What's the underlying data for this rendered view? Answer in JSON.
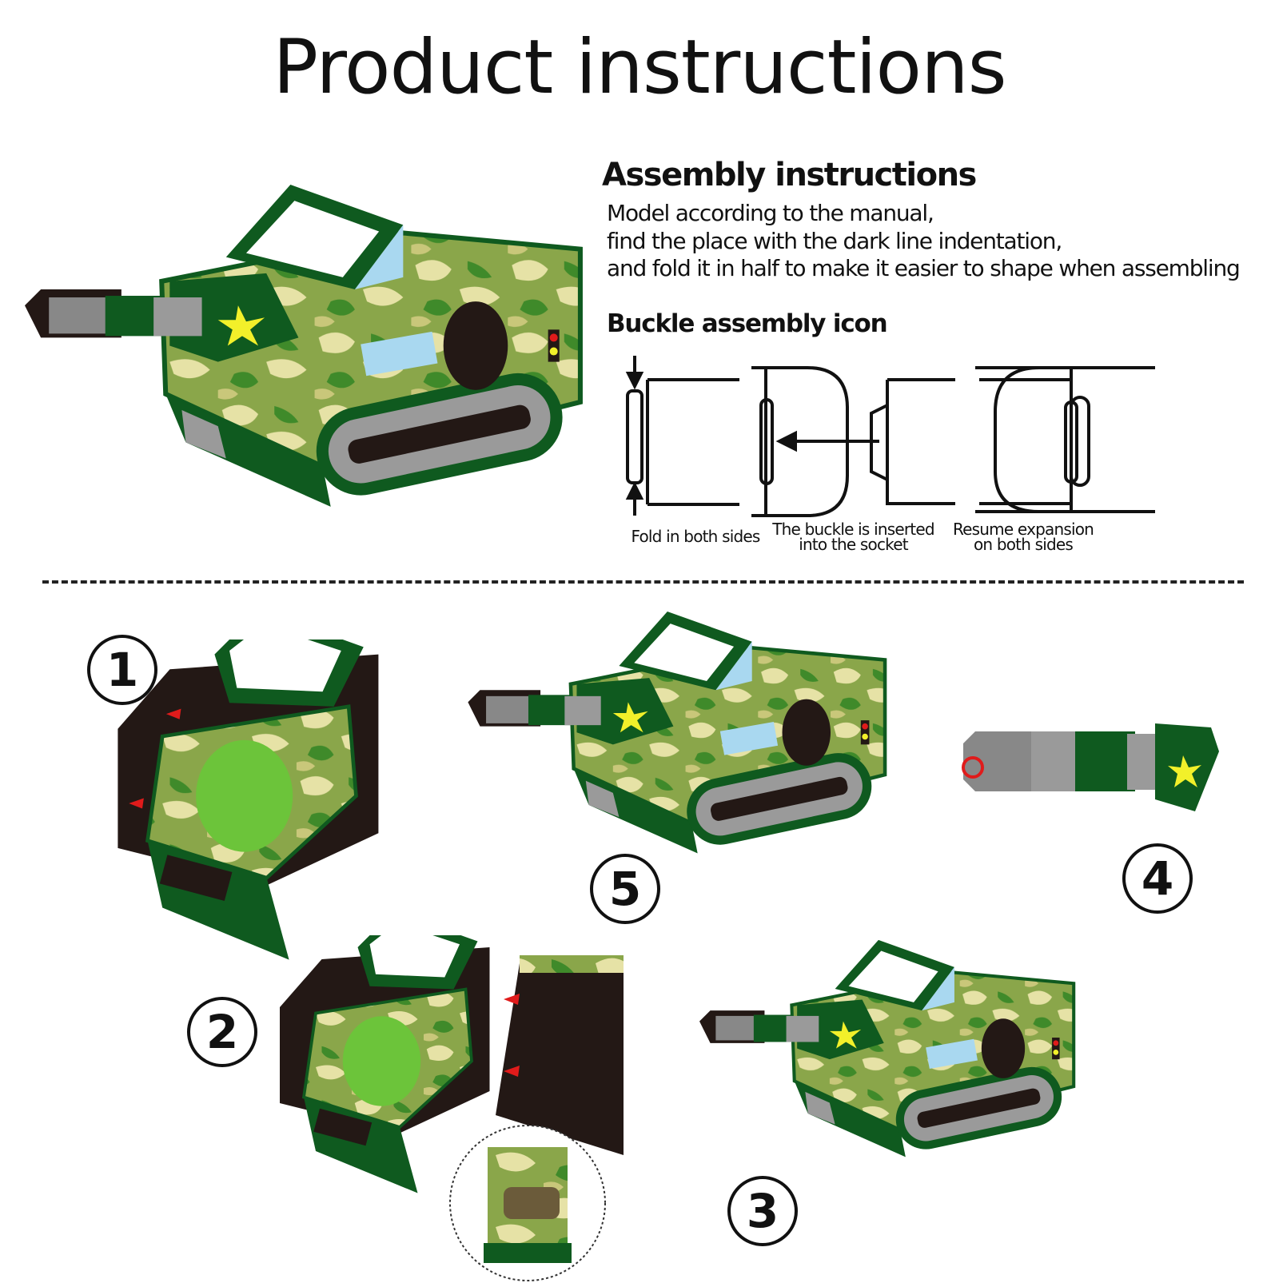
{
  "title": "Product instructions",
  "assembly": {
    "heading": "Assembly instructions",
    "lines": [
      "Model according to the manual,",
      "find the place with the dark line indentation,",
      "and fold it in half to make it easier to shape when assembling"
    ]
  },
  "buckle": {
    "heading": "Buckle assembly icon",
    "captions": [
      {
        "line1": "Fold in both sides"
      },
      {
        "line1": "The buckle is inserted",
        "line2": "into the socket"
      },
      {
        "line1": "Resume expansion",
        "line2": "on both sides"
      }
    ]
  },
  "steps": [
    "1",
    "2",
    "3",
    "4",
    "5"
  ],
  "colors": {
    "dark_green": "#0f5a1f",
    "camo_light": "#e6e2a6",
    "camo_mid": "#8aa64a",
    "camo_green": "#3f8a2a",
    "bright_green": "#6cc43a",
    "tread_gray": "#9a9a9a",
    "window_blue": "#a9d8f0",
    "star_yellow": "#f2f02a",
    "arrow_red": "#e01b1b",
    "cardboard_dark": "#231815"
  }
}
